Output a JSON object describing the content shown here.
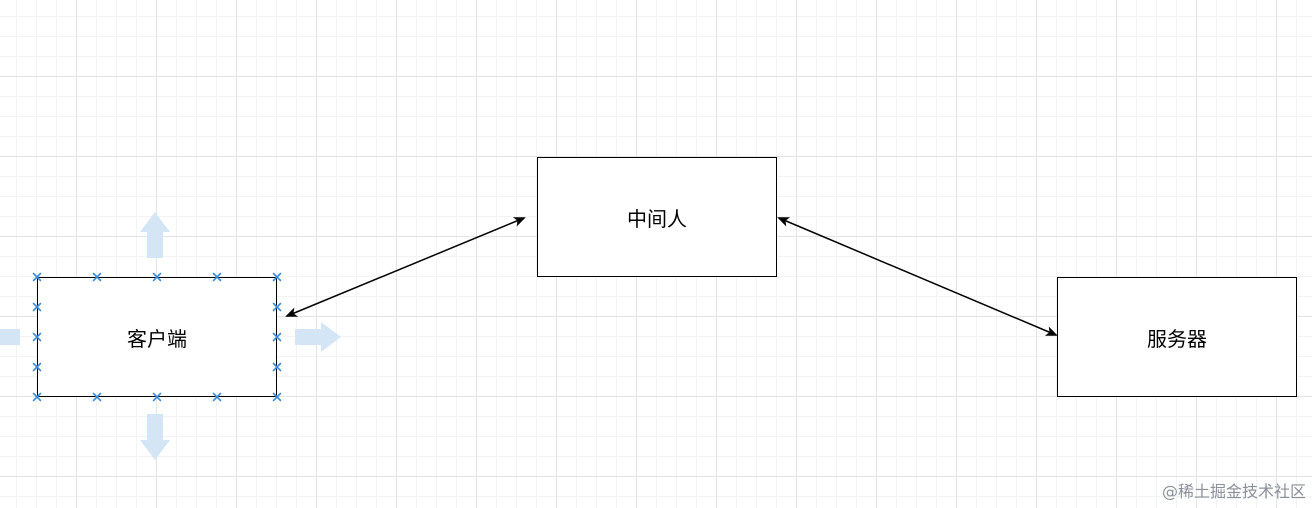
{
  "nodes": {
    "client": {
      "label": "客户端"
    },
    "mitm": {
      "label": "中间人"
    },
    "server": {
      "label": "服务器"
    }
  },
  "edges": [
    {
      "from": "client",
      "to": "mitm",
      "bidirectional": true
    },
    {
      "from": "mitm",
      "to": "server",
      "bidirectional": true
    }
  ],
  "selection": {
    "node": "client",
    "hint_color": "#3a8fd8"
  },
  "watermark": {
    "text": "@稀土掘金技术社区"
  }
}
